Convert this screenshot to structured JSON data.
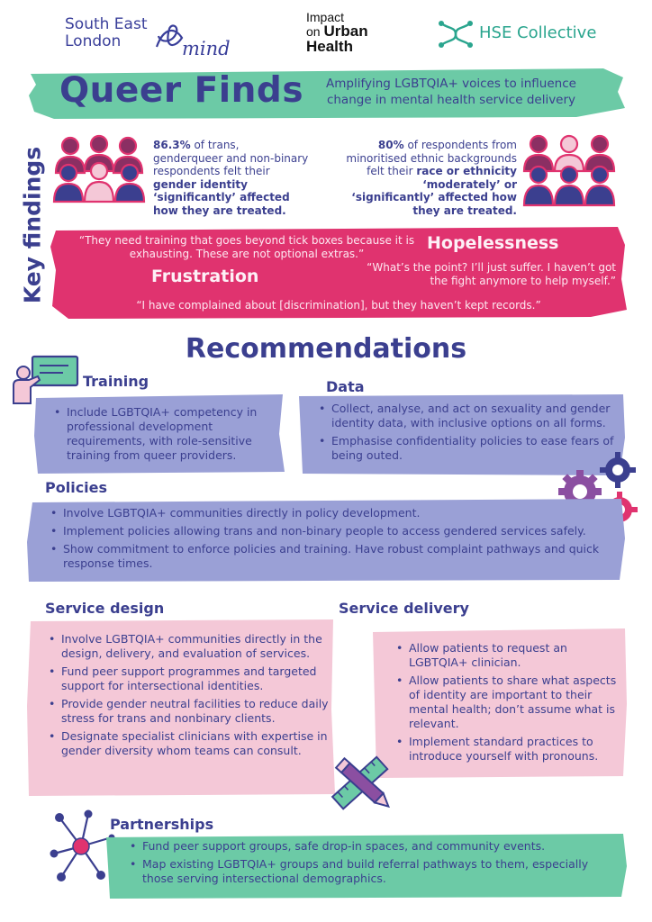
{
  "header": {
    "logo_sel_line1": "South East",
    "logo_sel_line2": "London",
    "logo_mind": "mind",
    "logo_iuh_line1": "Impact",
    "logo_iuh_line2a": "on ",
    "logo_iuh_line2b": "Urban",
    "logo_iuh_line3": "Health",
    "logo_hse": "HSE Collective"
  },
  "title": "Queer Finds",
  "subtitle": "Amplifying LGBTQIA+ voices to influence change in mental health service delivery",
  "key_findings": {
    "label": "Key findings",
    "stat1": {
      "pct": "86.3%",
      "pre": " of trans, genderqueer and non-binary respondents felt their ",
      "bold": "gender identity ‘significantly’ affected how they are treated."
    },
    "stat2": {
      "pct": "80%",
      "pre": " of respondents from minoritised ethnic backgrounds felt their ",
      "bold": "race or ethnicity ‘moderately’ or ‘significantly’ affected how they are treated."
    },
    "quote1": "“They need training that goes beyond tick boxes because it is exhausting. These are not optional extras.”",
    "quote2": "“What’s the point? I’ll just suffer. I haven’t got the fight anymore to help myself.”",
    "quote3": "“I have complained about [discrimination], but they haven’t kept records.”",
    "word_hope": "Hopelessness",
    "word_frus": "Frustration"
  },
  "recommendations": {
    "title": "Recommendations",
    "training": {
      "heading": "Training",
      "items": [
        "Include LGBTQIA+ competency in professional development requirements, with role-sensitive training from queer providers."
      ]
    },
    "data": {
      "heading": "Data",
      "items": [
        "Collect, analyse, and act on sexuality and gender identity data, with inclusive options on all forms.",
        "Emphasise confidentiality policies to ease fears of being outed."
      ]
    },
    "policies": {
      "heading": "Policies",
      "items": [
        "Involve LGBTQIA+ communities directly in policy development.",
        "Implement policies allowing trans and non-binary people to access gendered services safely.",
        "Show commitment to enforce policies and training. Have robust complaint pathways and quick response times."
      ]
    },
    "service_design": {
      "heading": "Service design",
      "items": [
        "Involve LGBTQIA+ communities directly in the design, delivery, and evaluation of services.",
        "Fund peer support programmes and targeted support for intersectional identities.",
        "Provide gender neutral facilities to reduce daily stress for trans and nonbinary clients.",
        "Designate specialist clinicians with expertise in gender diversity whom teams can consult."
      ]
    },
    "service_delivery": {
      "heading": "Service delivery",
      "items": [
        "Allow patients to request an LGBTQIA+ clinician.",
        "Allow patients to share what aspects of identity are important to their mental health; don’t assume what is relevant.",
        "Implement standard practices to introduce yourself with pronouns."
      ]
    },
    "partnerships": {
      "heading": "Partnerships",
      "items": [
        "Fund peer support groups, safe drop-in spaces, and community events.",
        "Map existing LGBTQIA+ groups and build referral pathways to them, especially those serving intersectional demographics."
      ]
    }
  },
  "colors": {
    "navy": "#3b3f8f",
    "teal": "#6ccaa6",
    "magenta": "#e0336f",
    "lavender": "#9aa0d6",
    "pink": "#f4c8d7",
    "purple": "#8b4fa1"
  }
}
